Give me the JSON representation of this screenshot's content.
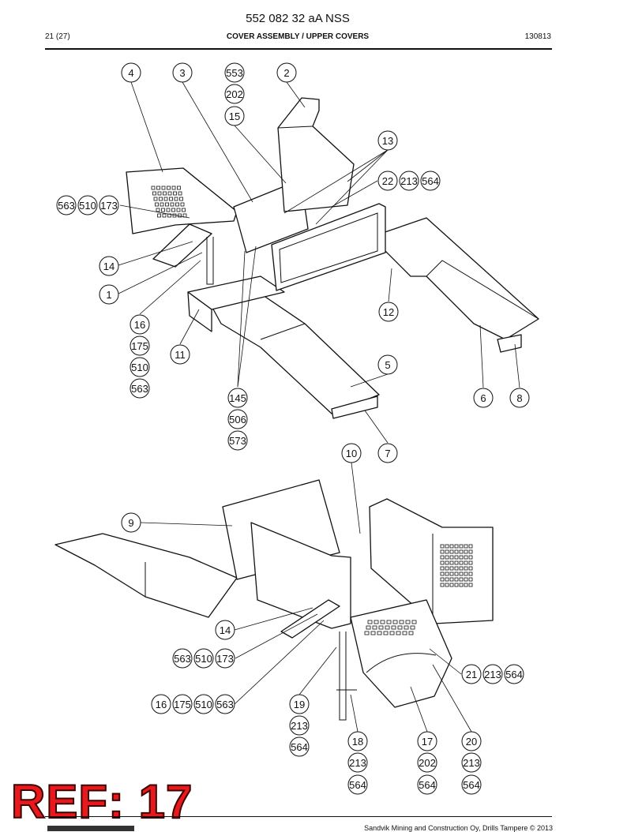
{
  "header": {
    "doc_number": "552 082 32 aA NSS",
    "page": "21 (27)",
    "title": "COVER ASSEMBLY / UPPER COVERS",
    "code": "130813"
  },
  "footer": {
    "text": "Sandvik Mining and Construction Oy, Drills Tampere © 2013"
  },
  "ref_label": "REF: 17",
  "callouts_top": [
    "4",
    "3",
    "553",
    "202",
    "15",
    "2",
    "13",
    "22",
    "213",
    "564",
    "563",
    "510",
    "173",
    "14",
    "1",
    "16",
    "175",
    "510",
    "563",
    "11",
    "145",
    "506",
    "573",
    "12",
    "5",
    "6",
    "8",
    "7"
  ],
  "callouts_bottom": [
    "10",
    "9",
    "14",
    "563",
    "510",
    "173",
    "16",
    "175",
    "510",
    "563",
    "19",
    "213",
    "564",
    "18",
    "213",
    "564",
    "17",
    "202",
    "564",
    "20",
    "213",
    "564",
    "21",
    "213",
    "564"
  ]
}
